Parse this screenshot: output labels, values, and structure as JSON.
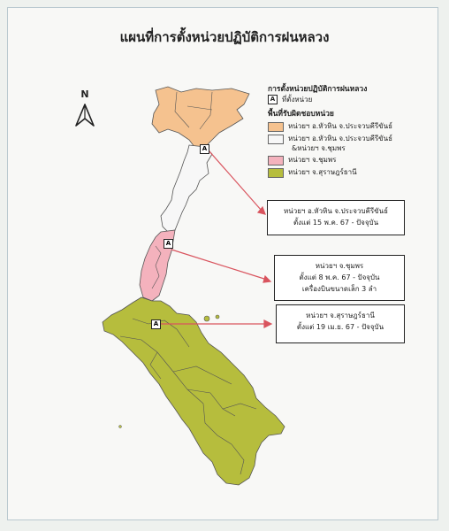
{
  "title": "แผนที่การตั้งหน่วยปฏิบัติการฝนหลวง",
  "north_label": "N",
  "unit_marker_letter": "A",
  "legend": {
    "heading": "การตั้งหน่วยปฏิบัติการฝนหลวง",
    "unit_label": "ที่ตั้งหน่วย",
    "area_heading": "พื้นที่รับผิดชอบหน่วย",
    "items": [
      {
        "label": "หน่วยฯ อ.หัวหิน จ.ประจวบคีรีขันธ์",
        "color": "#f5c28f"
      },
      {
        "label": "หน่วยฯ อ.หัวหิน จ.ประจวบคีรีขันธ์",
        "label2": "&หน่วยฯ จ.ชุมพร",
        "color": "#f7f7f7"
      },
      {
        "label": "หน่วยฯ จ.ชุมพร",
        "color": "#f4b2bd"
      },
      {
        "label": "หน่วยฯ จ.สุราษฎร์ธานี",
        "color": "#b6bd3d"
      }
    ]
  },
  "units": [
    {
      "line1": "หน่วยฯ อ.หัวหิน จ.ประจวบคีรีขันธ์",
      "line2": "ตั้งแต่ 15 พ.ค. 67 - ปัจจุบัน"
    },
    {
      "line1": "หน่วยฯ จ.ชุมพร",
      "line2": "ตั้งแต่ 8 พ.ค. 67 - ปัจจุบัน",
      "line3": "เครื่องบินขนาดเล็ก 3 ลำ"
    },
    {
      "line1": "หน่วยฯ จ.สุราษฎร์ธานี",
      "line2": "ตั้งแต่ 19 เม.ย. 67 - ปัจจุบัน"
    }
  ],
  "colors": {
    "arrow": "#d9545e",
    "hua_hin": "#f5c28f",
    "shared": "#f7f7f7",
    "chumphon": "#f4b2bd",
    "surat": "#b6bd3d",
    "border": "#555555"
  }
}
